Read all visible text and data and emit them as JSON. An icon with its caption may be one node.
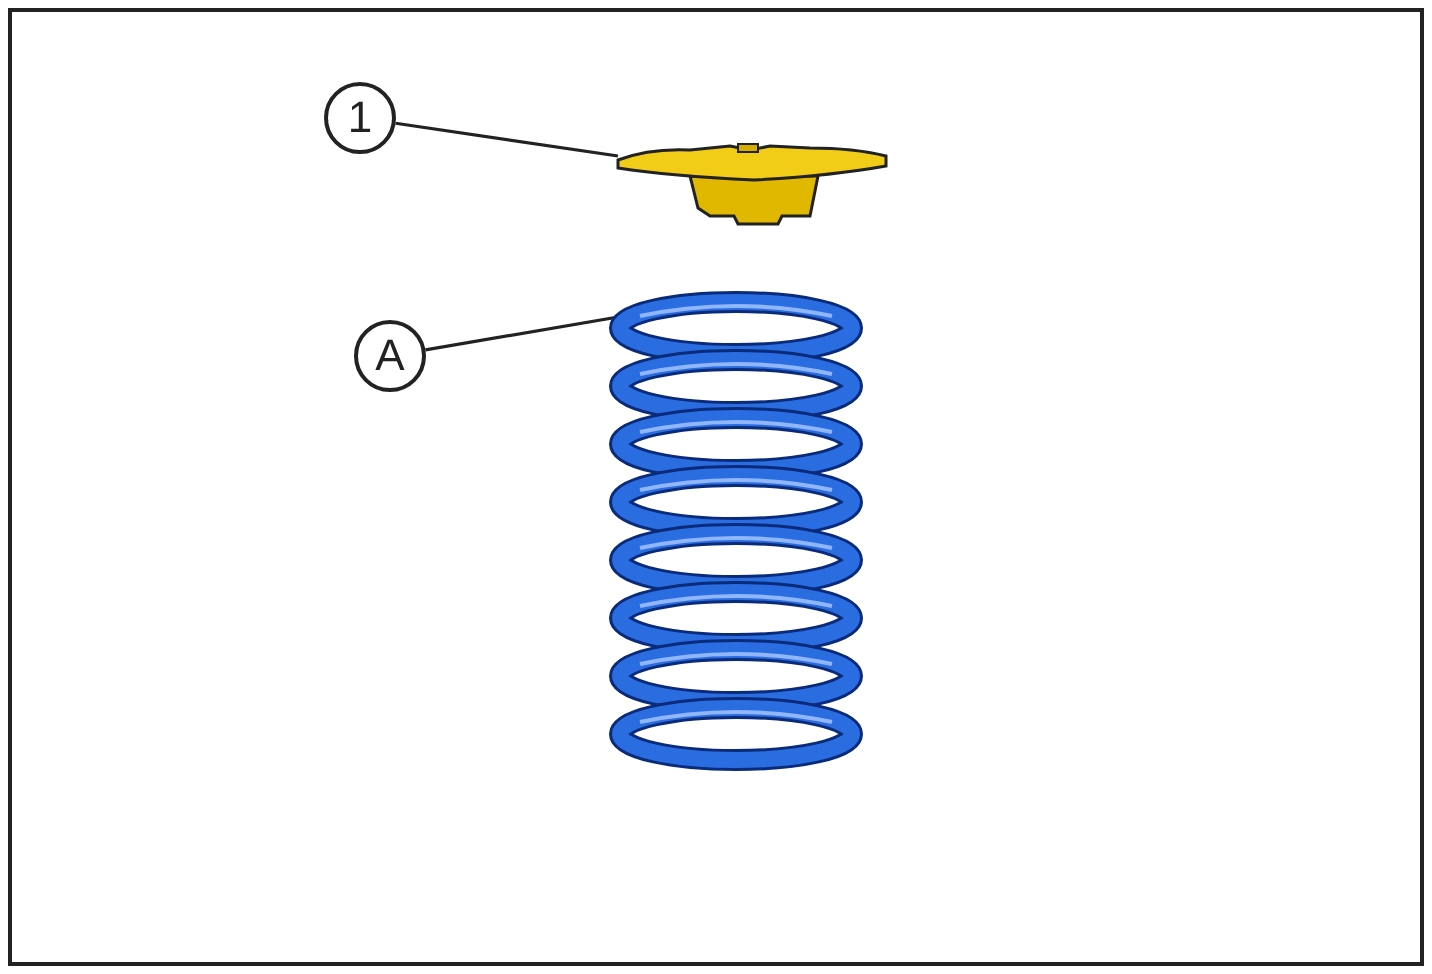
{
  "diagram": {
    "nodes": [
      {
        "text": [
          "1"
        ]
      },
      {
        "text": [],
        "shape": "picture"
      },
      {
        "text": [
          "A"
        ]
      },
      {
        "text": [],
        "shape": "picture"
      }
    ],
    "edges": [
      {
        "from": 0,
        "to": 1,
        "arrow": "none"
      },
      {
        "from": 2,
        "to": 3,
        "arrow": "none"
      }
    ]
  }
}
